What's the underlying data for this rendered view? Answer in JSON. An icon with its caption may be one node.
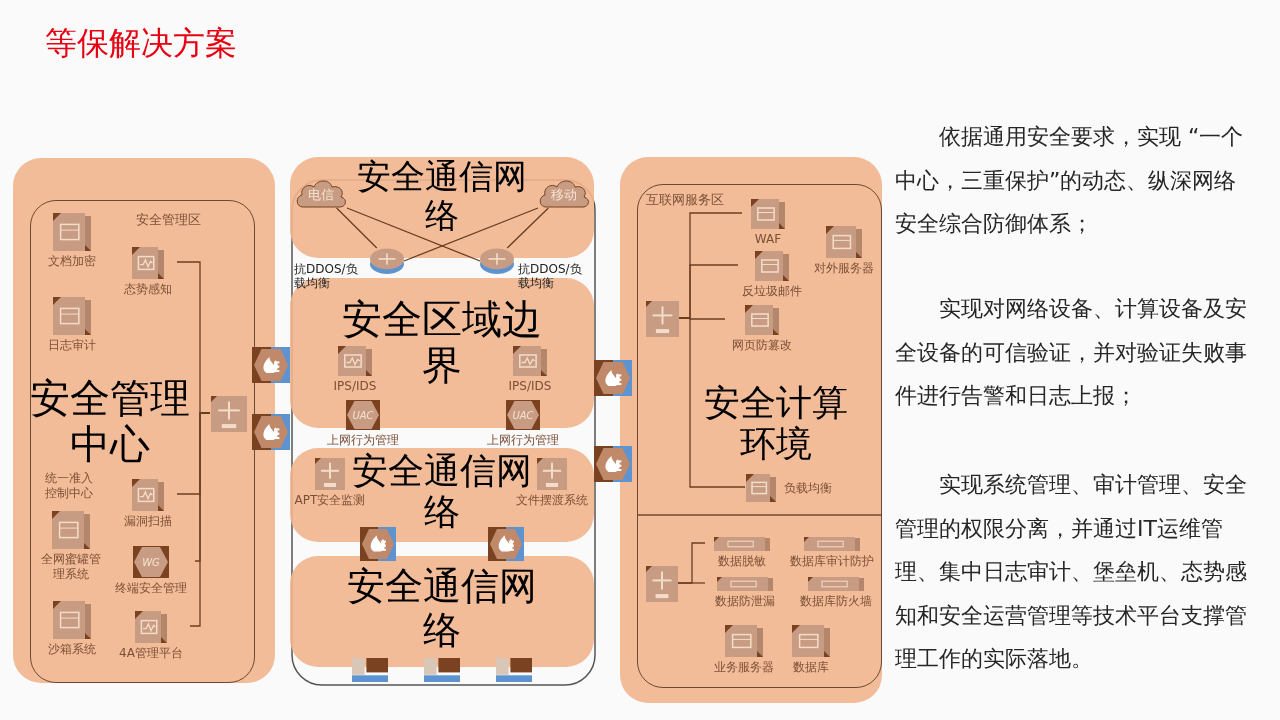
{
  "diagram": {
    "title": "等保解决方案",
    "nodes": [
      {
        "text": [],
        "shape": "box"
      },
      {
        "text": [
          "安全管理区"
        ],
        "in": 0
      },
      {
        "text": [
          "文档加密"
        ],
        "in": 1
      },
      {
        "text": [
          "态势感知"
        ],
        "in": 1
      },
      {
        "text": [
          "日志审计"
        ],
        "in": 1
      },
      {
        "text": [
          "统一准入控制中心"
        ],
        "in": 1
      },
      {
        "text": [
          "漏洞扫描"
        ],
        "in": 1
      },
      {
        "text": [
          "全网蜜罐管理系统"
        ],
        "in": 1
      },
      {
        "text": [
          "WG",
          "终端安全管理"
        ],
        "in": 1
      },
      {
        "text": [
          "沙箱系统"
        ],
        "in": 1
      },
      {
        "text": [
          "4A管理平台"
        ],
        "in": 1
      },
      {
        "text": [],
        "shape": "picture",
        "in": 1
      },
      {
        "text": [],
        "shape": "picture"
      },
      {
        "text": [],
        "shape": "picture"
      },
      {
        "text": [
          "安全通信网络"
        ]
      },
      {
        "text": [
          "电信"
        ],
        "in": 14
      },
      {
        "text": [
          "移动"
        ],
        "in": 14
      },
      {
        "text": [],
        "shape": "picture"
      },
      {
        "text": [],
        "shape": "picture"
      },
      {
        "text": [
          "安全区域边界"
        ]
      },
      {
        "text": [
          "IPS/IDS"
        ],
        "in": 19
      },
      {
        "text": [
          "IPS/IDS"
        ],
        "in": 19
      },
      {
        "text": [
          "UAC",
          "上网行为管理"
        ]
      },
      {
        "text": [
          "UAC",
          "上网行为管理"
        ]
      },
      {
        "text": [
          "安全通信网络"
        ]
      },
      {
        "text": [
          "APT安全监测"
        ],
        "in": 24
      },
      {
        "text": [
          "文件摆渡系统"
        ],
        "in": 24
      },
      {
        "text": [],
        "shape": "picture"
      },
      {
        "text": [],
        "shape": "picture"
      },
      {
        "text": [
          "安全通信网络"
        ]
      },
      {
        "text": [],
        "shape": "picture"
      },
      {
        "text": [],
        "shape": "picture"
      },
      {
        "text": [],
        "shape": "picture"
      },
      {
        "text": [],
        "shape": "picture"
      },
      {
        "text": [],
        "shape": "picture"
      },
      {
        "text": [],
        "shape": "box"
      },
      {
        "text": [
          "互联网服务区"
        ],
        "in": 35
      },
      {
        "text": [
          "WAF"
        ],
        "in": 36
      },
      {
        "text": [
          "对外服务器"
        ],
        "in": 36
      },
      {
        "text": [
          "反垃圾邮件"
        ],
        "in": 36
      },
      {
        "text": [
          "网页防篡改"
        ],
        "in": 36
      },
      {
        "text": [
          "负载均衡"
        ],
        "in": 36
      },
      {
        "text": [],
        "shape": "picture",
        "in": 36
      },
      {
        "text": [
          "数据脱敏"
        ],
        "in": 36
      },
      {
        "text": [
          "数据库审计防护"
        ],
        "in": 36
      },
      {
        "text": [
          "数据防泄漏"
        ],
        "in": 36
      },
      {
        "text": [
          "数据库防火墙"
        ],
        "in": 36
      },
      {
        "text": [
          "业务服务器"
        ],
        "in": 36
      },
      {
        "text": [
          "数据库"
        ],
        "in": 36
      },
      {
        "text": [],
        "shape": "picture",
        "in": 36
      }
    ],
    "edges": [
      {
        "from": 3,
        "to": 11,
        "arrow": "none"
      },
      {
        "from": 6,
        "to": 11,
        "arrow": "none"
      },
      {
        "from": 8,
        "to": 11,
        "arrow": "none"
      },
      {
        "from": 10,
        "to": 11,
        "arrow": "none"
      },
      {
        "from": 15,
        "to": 17,
        "arrow": "none"
      },
      {
        "from": 15,
        "to": 18,
        "arrow": "none"
      },
      {
        "from": 16,
        "to": 17,
        "arrow": "none"
      },
      {
        "from": 16,
        "to": 18,
        "arrow": "none"
      },
      {
        "from": 37,
        "to": 42,
        "arrow": "none"
      },
      {
        "from": 39,
        "to": 42,
        "arrow": "none"
      },
      {
        "from": 40,
        "to": 42,
        "arrow": "none"
      },
      {
        "from": 41,
        "to": 42,
        "arrow": "none"
      },
      {
        "from": 49,
        "to": 43,
        "arrow": "none"
      },
      {
        "from": 49,
        "to": 45,
        "arrow": "none"
      }
    ],
    "labels": [
      "安全管理中心",
      "抗DDOS/负载均衡",
      "抗DDOS/负载均衡",
      "安全计算环境",
      "依据通用安全要求，实现 “一个中心，三重保护”的动态、纵深网络安全综合防御体系；",
      "实现对网络设备、计算设备及安全设备的可信验证，并对验证失败事件进行告警和日志上报；",
      "实现系统管理、审计管理、安全管理的权限分离，并通过IT运维管理、集中日志审计、堡垒机、态势感知和安全运营管理等技术平台支撑管理工作的实际落地。"
    ]
  }
}
